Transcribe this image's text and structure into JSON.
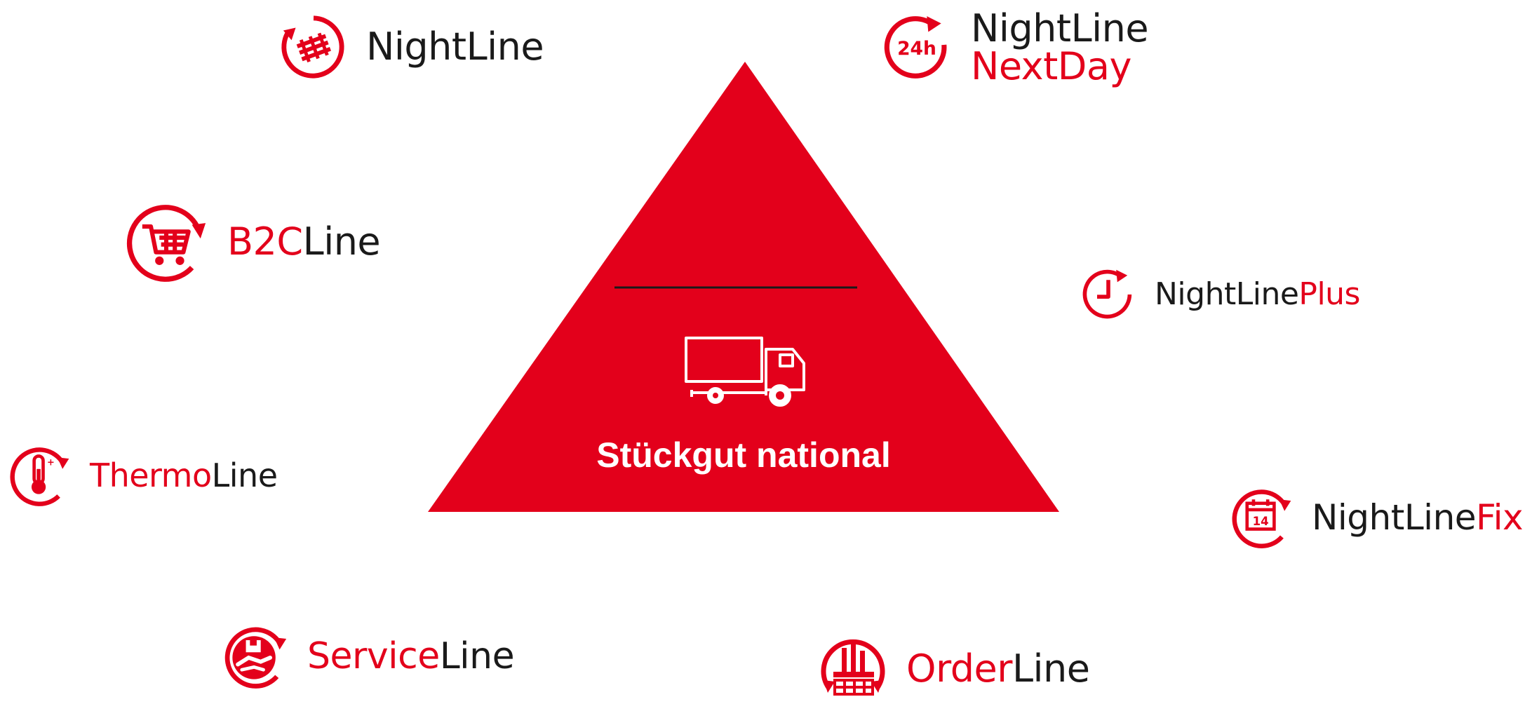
{
  "colors": {
    "accent": "#e3001b",
    "dark": "#1a1a1a",
    "white": "#ffffff"
  },
  "center": {
    "label": "Stückgut national",
    "icon": "truck-icon"
  },
  "products": {
    "nightline": {
      "base": "NightLine",
      "icon": "pallet-icon"
    },
    "nextday": {
      "line1": "NightLine",
      "line2": "NextDay",
      "icon": "24h-icon",
      "icon_text": "24h"
    },
    "b2c": {
      "accent": "B2C",
      "base": "Line",
      "icon": "shopping-cart-icon"
    },
    "plus": {
      "base": "NightLine",
      "accent": "Plus",
      "icon": "clock-icon"
    },
    "thermo": {
      "accent": "Thermo",
      "base": "Line",
      "icon": "thermometer-icon"
    },
    "fix": {
      "base": "NightLine",
      "accent": "Fix",
      "icon": "calendar-icon",
      "icon_text": "14"
    },
    "service": {
      "accent": "Service",
      "base": "Line",
      "icon": "handshake-box-icon"
    },
    "order": {
      "accent": "Order",
      "base": "Line",
      "icon": "factory-icon"
    }
  }
}
